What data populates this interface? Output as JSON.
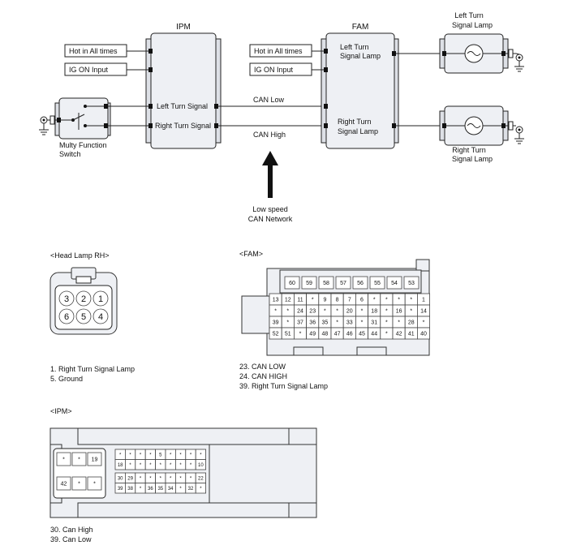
{
  "diagram": {
    "ipm_title": "IPM",
    "fam_title": "FAM",
    "ipm_inputs": [
      "Hot in All times",
      "IG ON Input"
    ],
    "fam_inputs": [
      "Hot in All times",
      "IG ON Input"
    ],
    "ipm_left_signal": "Left Turn Signal",
    "ipm_right_signal": "Right Turn Signal",
    "can_low": "CAN Low",
    "can_high": "CAN High",
    "fam_left_line1": "Left Turn",
    "fam_left_line2": "Signal Lamp",
    "fam_right_line1": "Right Turn",
    "fam_right_line2": "Signal Lamp",
    "lamp_top_line1": "Left Turn",
    "lamp_top_line2": "Signal Lamp",
    "lamp_bottom_line1": "Right Turn",
    "lamp_bottom_line2": "Signal Lamp",
    "switch_line1": "Multy Function",
    "switch_line2": "Switch",
    "network_line1": "Low speed",
    "network_line2": "CAN Network"
  },
  "head_lamp": {
    "title": "<Head Lamp RH>",
    "pins_top": [
      "3",
      "2",
      "1"
    ],
    "pins_bottom": [
      "6",
      "5",
      "4"
    ],
    "legend": [
      "1. Right Turn Signal Lamp",
      "5. Ground"
    ]
  },
  "fam_connector": {
    "title": "<FAM>",
    "top_pins": [
      "60",
      "59",
      "58",
      "57",
      "56",
      "55",
      "54",
      "53"
    ],
    "rows": [
      [
        "13",
        "12",
        "11",
        "*",
        "9",
        "8",
        "7",
        "6",
        "*",
        "*",
        "*",
        "*",
        "1"
      ],
      [
        "*",
        "*",
        "24",
        "23",
        "*",
        "*",
        "20",
        "*",
        "18",
        "*",
        "16",
        "*",
        "14"
      ],
      [
        "39",
        "*",
        "37",
        "36",
        "35",
        "*",
        "33",
        "*",
        "31",
        "*",
        "*",
        "28",
        "*"
      ],
      [
        "52",
        "51",
        "*",
        "49",
        "48",
        "47",
        "46",
        "45",
        "44",
        "*",
        "42",
        "41",
        "40"
      ]
    ],
    "legend": [
      "23. CAN LOW",
      "24. CAN HIGH",
      "39. Right Turn Signal Lamp"
    ]
  },
  "ipm_connector": {
    "title": "<IPM>",
    "left_top": [
      "*",
      "*",
      "19"
    ],
    "left_bottom": [
      "42",
      "*",
      "*"
    ],
    "upper_rows": [
      [
        "*",
        "*",
        "*",
        "*",
        "5",
        "*",
        "*",
        "*",
        "*"
      ],
      [
        "18",
        "*",
        "*",
        "*",
        "*",
        "*",
        "*",
        "*",
        "10"
      ]
    ],
    "lower_rows": [
      [
        "30",
        "29",
        "*",
        "*",
        "*",
        "*",
        "*",
        "*",
        "22"
      ],
      [
        "39",
        "38",
        "*",
        "36",
        "35",
        "34",
        "*",
        "32",
        "*"
      ]
    ],
    "legend": [
      "30. Can High",
      "39. Can Low"
    ]
  },
  "highlight_color": "#bcd9e2"
}
